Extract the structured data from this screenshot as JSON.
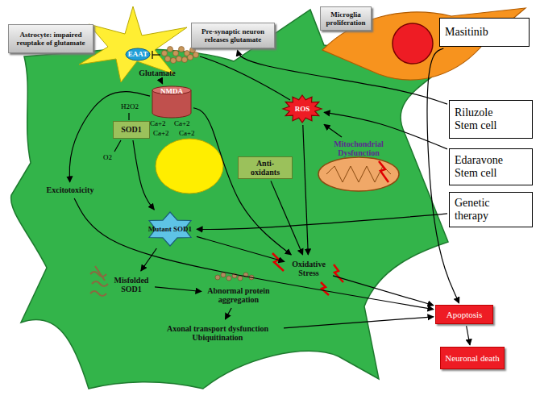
{
  "diagram": {
    "nodes": [
      {
        "text": [
          "Astrocyte: impaired reuptake of glutamate"
        ]
      },
      {
        "text": [
          "Pre-synaptic neuron releases glutamate"
        ]
      },
      {
        "text": [
          "Microglia proliferation"
        ]
      },
      {
        "text": [
          "Masitinib"
        ]
      },
      {
        "text": [
          "EAAT"
        ]
      },
      {
        "text": [
          "Glutamate"
        ]
      },
      {
        "text": [
          "NMDA"
        ]
      },
      {
        "text": [
          "Riluzole",
          "Stem cell"
        ]
      },
      {
        "text": [
          "ROS"
        ]
      },
      {
        "text": [
          "SOD1"
        ]
      },
      {
        "text": [
          "Edaravone",
          "Stem cell"
        ]
      },
      {
        "text": [
          "Anti-oxidants"
        ]
      },
      {
        "text": [
          "Mitochondrial Dysfunction"
        ]
      },
      {
        "text": [
          "Genetic therapy"
        ]
      },
      {
        "text": [
          "Excitotoxicity"
        ]
      },
      {
        "text": [
          "Mutant SOD1"
        ]
      },
      {
        "text": [
          "Oxidative Stress"
        ]
      },
      {
        "text": [
          "Misfolded SOD1"
        ]
      },
      {
        "text": [
          "Abnormal protein aggregation"
        ]
      },
      {
        "text": [
          "Axonal transport dysfunction Ubiquitination"
        ]
      },
      {
        "text": [
          "Apoptosis"
        ]
      },
      {
        "text": [
          "Neuronal death"
        ]
      }
    ],
    "edges": [
      {
        "from": 5,
        "to": 6,
        "arrow": "to"
      },
      {
        "from": 7,
        "to": 1,
        "arrow": "to"
      },
      {
        "from": 10,
        "to": 8,
        "arrow": "to"
      },
      {
        "from": 13,
        "to": 15,
        "arrow": "to"
      },
      {
        "from": 3,
        "to": 20,
        "arrow": "to"
      },
      {
        "from": 6,
        "to": 14,
        "arrow": "to"
      },
      {
        "from": 6,
        "to": 16,
        "arrow": "to"
      },
      {
        "from": 9,
        "to": 15,
        "arrow": "to"
      },
      {
        "from": 15,
        "to": 16,
        "arrow": "to"
      },
      {
        "from": 15,
        "to": 17,
        "arrow": "to"
      },
      {
        "from": 17,
        "to": 18,
        "arrow": "to"
      },
      {
        "from": 18,
        "to": 19,
        "arrow": "to"
      },
      {
        "from": 19,
        "to": 20,
        "arrow": "to"
      },
      {
        "from": 16,
        "to": 20,
        "arrow": "to"
      },
      {
        "from": 14,
        "to": 20,
        "arrow": "to"
      },
      {
        "from": 8,
        "to": 16,
        "arrow": "to"
      },
      {
        "from": 11,
        "to": 16,
        "arrow": "to"
      },
      {
        "from": 12,
        "to": 8,
        "arrow": "to"
      },
      {
        "from": 20,
        "to": 21,
        "arrow": "to"
      }
    ],
    "labels": [
      "Ca+2",
      "Ca+2",
      "Ca+2",
      "Ca+2",
      "H2O2",
      "O2"
    ]
  }
}
